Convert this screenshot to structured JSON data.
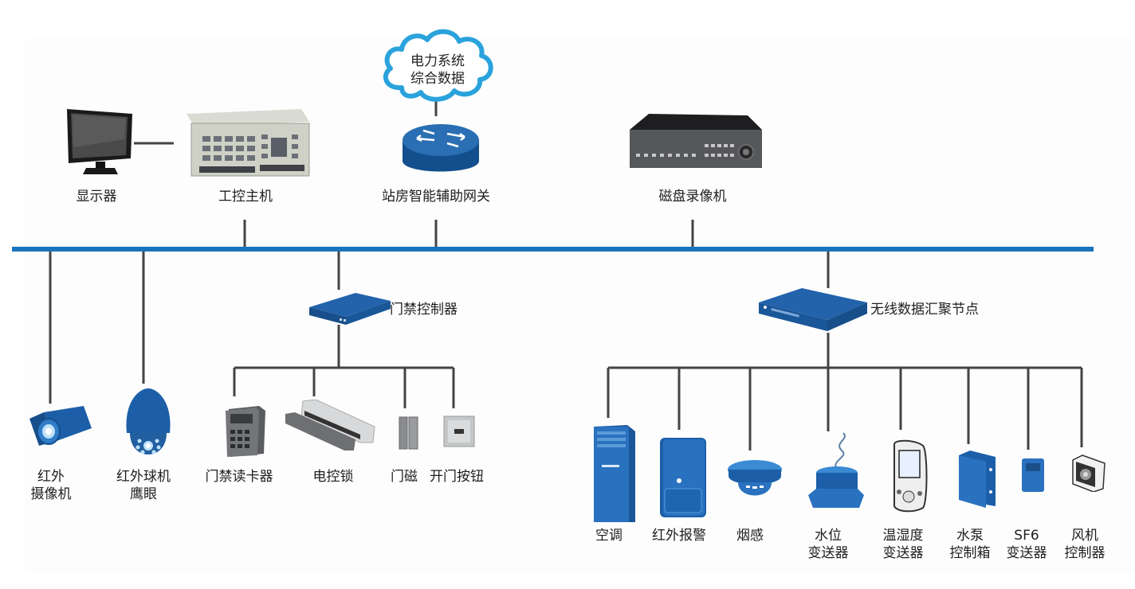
{
  "diagram": {
    "colors": {
      "bus": "#1a73bd",
      "wire": "#444444",
      "device_blue": "#1c5fa8",
      "cloud_stroke": "#2aa3dc"
    },
    "cloud": {
      "line1": "电力系统",
      "line2": "综合数据",
      "icon": "cloud-icon"
    },
    "top_devices": [
      {
        "id": "monitor",
        "label": "显示器",
        "icon": "monitor-icon"
      },
      {
        "id": "ipc",
        "label": "工控主机",
        "icon": "industrial-pc-icon"
      },
      {
        "id": "gateway",
        "label": "站房智能辅助网关",
        "icon": "router-icon"
      },
      {
        "id": "nvr",
        "label": "磁盘录像机",
        "icon": "disk-recorder-icon"
      }
    ],
    "cameras": [
      {
        "line1": "红外",
        "line2": "摄像机",
        "icon": "bullet-camera-icon"
      },
      {
        "line1": "红外球机",
        "line2": "鹰眼",
        "icon": "dome-camera-icon"
      }
    ],
    "access_controller": {
      "label": "门禁控制器",
      "icon": "controller-box-icon",
      "children": [
        {
          "label": "门禁读卡器",
          "icon": "card-reader-icon"
        },
        {
          "label": "电控锁",
          "icon": "magnetic-lock-icon"
        },
        {
          "label": "门磁",
          "icon": "door-sensor-icon"
        },
        {
          "label": "开门按钮",
          "icon": "exit-button-icon"
        }
      ]
    },
    "wireless_node": {
      "label": "无线数据汇聚节点",
      "icon": "aggregation-node-icon",
      "children": [
        {
          "line1": "空调",
          "line2": "",
          "icon": "air-conditioner-icon"
        },
        {
          "line1": "红外报警",
          "line2": "",
          "icon": "infrared-alarm-icon"
        },
        {
          "line1": "烟感",
          "line2": "",
          "icon": "smoke-detector-icon"
        },
        {
          "line1": "水位",
          "line2": "变送器",
          "icon": "water-level-sensor-icon"
        },
        {
          "line1": "温湿度",
          "line2": "变送器",
          "icon": "temp-humidity-sensor-icon"
        },
        {
          "line1": "水泵",
          "line2": "控制箱",
          "icon": "pump-control-box-icon"
        },
        {
          "line1": "SF6",
          "line2": "变送器",
          "icon": "sf6-sensor-icon"
        },
        {
          "line1": "风机",
          "line2": "控制器",
          "icon": "fan-controller-icon"
        }
      ]
    }
  }
}
